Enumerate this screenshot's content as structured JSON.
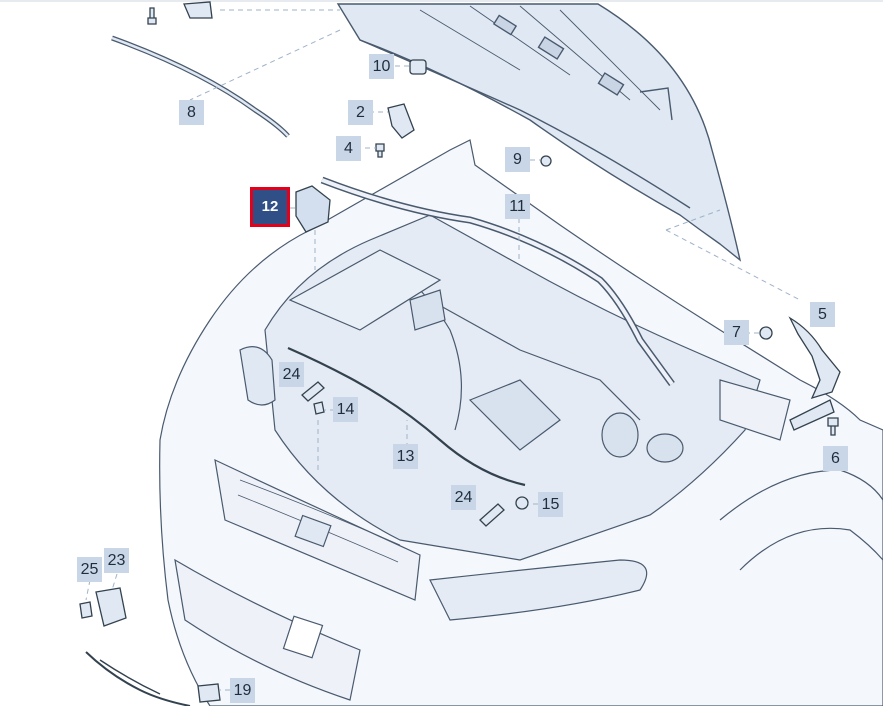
{
  "callouts": [
    {
      "id": "c10",
      "label": "10"
    },
    {
      "id": "c8",
      "label": "8"
    },
    {
      "id": "c2",
      "label": "2"
    },
    {
      "id": "c4",
      "label": "4"
    },
    {
      "id": "c9",
      "label": "9"
    },
    {
      "id": "c12",
      "label": "12",
      "selected": true
    },
    {
      "id": "c11",
      "label": "11"
    },
    {
      "id": "c5",
      "label": "5"
    },
    {
      "id": "c7",
      "label": "7"
    },
    {
      "id": "c24a",
      "label": "24"
    },
    {
      "id": "c14",
      "label": "14"
    },
    {
      "id": "c6",
      "label": "6"
    },
    {
      "id": "c13",
      "label": "13"
    },
    {
      "id": "c24b",
      "label": "24"
    },
    {
      "id": "c15",
      "label": "15"
    },
    {
      "id": "c25",
      "label": "25"
    },
    {
      "id": "c23",
      "label": "23"
    },
    {
      "id": "c19",
      "label": "19"
    }
  ],
  "colors": {
    "outline": "#4a5a6e",
    "part_fill": "#dfe8f3",
    "body_fill": "#f4f7fb",
    "callout_bg": "#c9d6e8",
    "selected_bg": "#2f4f86",
    "selected_border": "#e3001b"
  }
}
